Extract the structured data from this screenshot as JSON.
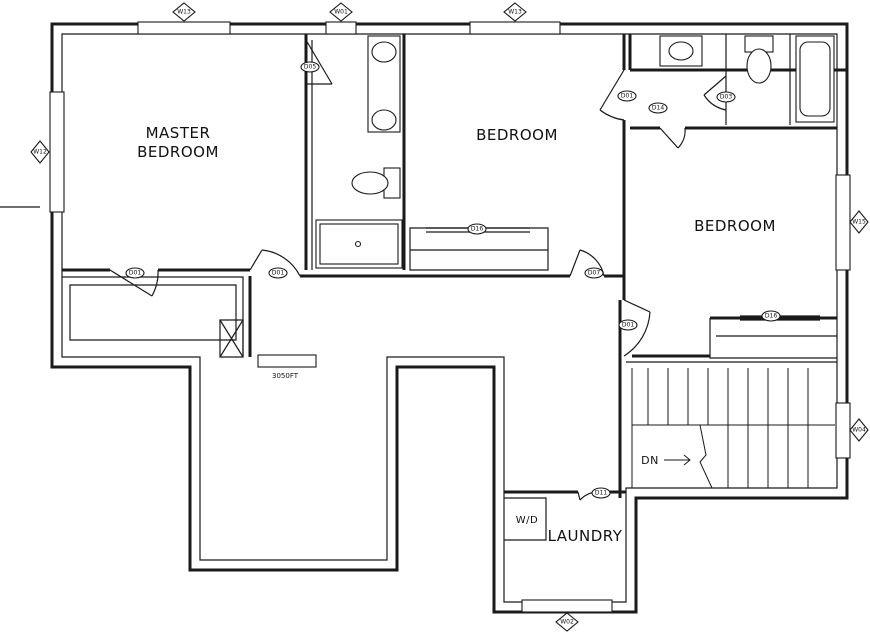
{
  "rooms": {
    "master_bedroom_line1": "MASTER",
    "master_bedroom_line2": "BEDROOM",
    "bedroom_center": "BEDROOM",
    "bedroom_right": "BEDROOM",
    "laundry": "LAUNDRY",
    "washer_dryer": "W/D"
  },
  "stairs": {
    "direction_label": "DN"
  },
  "opening_label": "3050FT",
  "window_tags": {
    "w1": "W13",
    "w2": "W01",
    "w3": "W13",
    "w4": "W12",
    "w5": "W15",
    "w6": "W04",
    "w7": "W02"
  },
  "door_tags": {
    "d1": "D05",
    "d2": "D01",
    "d3": "D01",
    "d4": "D07",
    "d5": "D01",
    "d6": "D14",
    "d7": "D03",
    "d8": "D16",
    "d9": "D16",
    "d10": "D01",
    "d11": "D11"
  }
}
